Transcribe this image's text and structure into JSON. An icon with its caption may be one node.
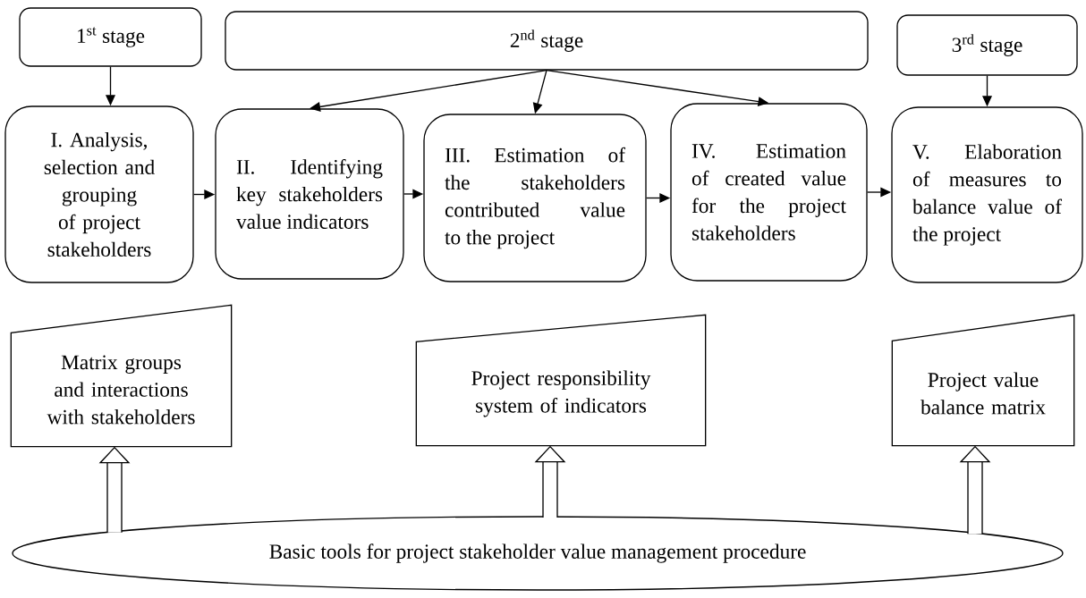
{
  "diagram": {
    "nodes": [
      {
        "text": [
          "1$^{st}$ stage"
        ]
      },
      {
        "text": [
          "2$^{nd}$ stage"
        ]
      },
      {
        "text": [
          "3$^{rd}$ stage"
        ]
      },
      {
        "text": [
          "I. Analysis, selection and grouping of project stakeholders"
        ]
      },
      {
        "text": [
          "II. Identifying key stakeholders value indicators"
        ]
      },
      {
        "text": [
          "III. Estimation of the stakeholders contributed value to the project"
        ]
      },
      {
        "text": [
          "IV. Estimation of created value for the project stakeholders"
        ]
      },
      {
        "text": [
          "V. Elaboration of measures to balance value of the project"
        ]
      },
      {
        "text": [
          "Matrix groups and interactions with stakeholders"
        ]
      },
      {
        "text": [
          "Project responsibility system of indicators"
        ]
      },
      {
        "text": [
          "Project value balance matrix"
        ]
      },
      {
        "text": [
          "Basic tools for project stakeholder value management procedure"
        ]
      }
    ],
    "edges": [
      {
        "from": 0,
        "to": 3,
        "arrow": "to"
      },
      {
        "from": 1,
        "to": 4,
        "arrow": "to"
      },
      {
        "from": 1,
        "to": 5,
        "arrow": "to"
      },
      {
        "from": 1,
        "to": 6,
        "arrow": "to"
      },
      {
        "from": 2,
        "to": 7,
        "arrow": "to"
      },
      {
        "from": 3,
        "to": 4,
        "arrow": "to"
      },
      {
        "from": 4,
        "to": 5,
        "arrow": "to"
      },
      {
        "from": 5,
        "to": 6,
        "arrow": "to"
      },
      {
        "from": 6,
        "to": 7,
        "arrow": "to"
      },
      {
        "from": 11,
        "to": 8,
        "arrow": "to",
        "style": "thick"
      },
      {
        "from": 11,
        "to": 9,
        "arrow": "to",
        "style": "thick"
      },
      {
        "from": 11,
        "to": 10,
        "arrow": "to",
        "style": "thick"
      }
    ]
  }
}
